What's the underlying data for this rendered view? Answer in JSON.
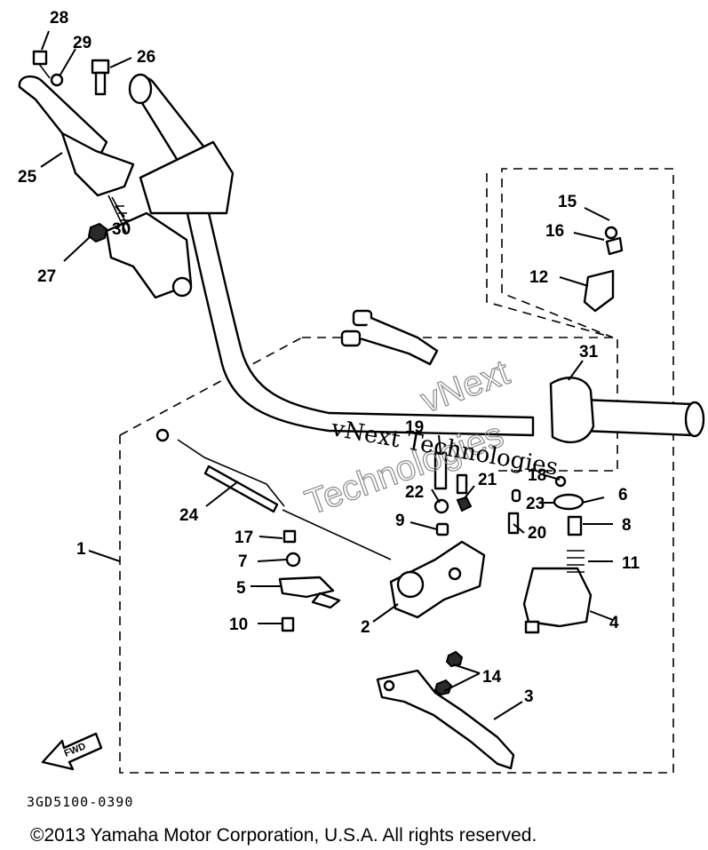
{
  "callouts": [
    "28",
    "29",
    "26",
    "25",
    "30",
    "27",
    "15",
    "16",
    "12",
    "31",
    "19",
    "22",
    "21",
    "9",
    "18",
    "23",
    "6",
    "8",
    "20",
    "11",
    "24",
    "17",
    "7",
    "5",
    "10",
    "2",
    "4",
    "1",
    "14",
    "3"
  ],
  "watermark": {
    "serif_line": "vNext Technologies",
    "outline_line_1": "vNext",
    "outline_line_2": "Technologies"
  },
  "fwd_label": "FWD",
  "diagram_code": "3GD5100-0390",
  "copyright": "©2013 Yamaha Motor Corporation, U.S.A. All rights reserved."
}
